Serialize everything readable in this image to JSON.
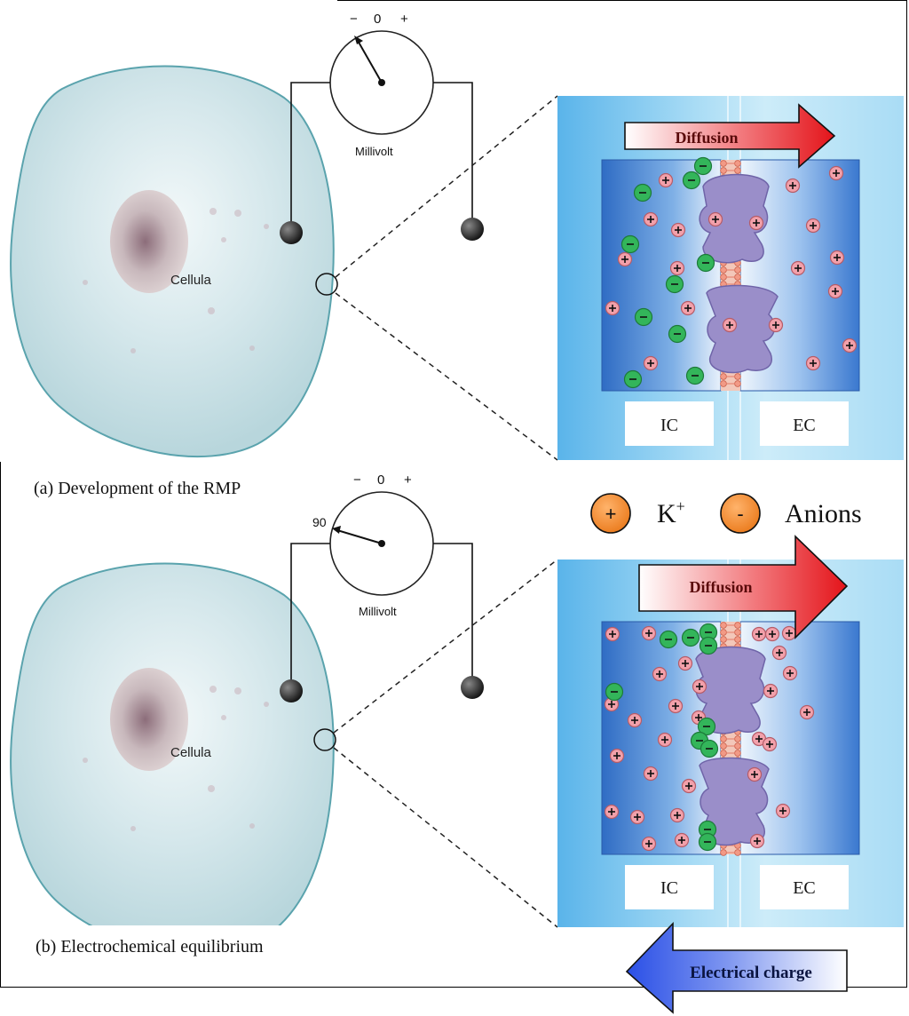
{
  "panel_a": {
    "caption": "(a) Development of the RMP",
    "cell_label": "Cellula",
    "meter": {
      "label": "Millivolt",
      "minus": "−",
      "zero": "0",
      "plus": "+",
      "reading": ""
    },
    "membrane": {
      "diffusion_label": "Diffusion",
      "ic_label": "IC",
      "ec_label": "EC"
    }
  },
  "panel_b": {
    "caption": "(b) Electrochemical equilibrium",
    "cell_label": "Cellula",
    "meter": {
      "label": "Millivolt",
      "minus": "−",
      "zero": "0",
      "plus": "+",
      "reading": "90"
    },
    "membrane": {
      "diffusion_label": "Diffusion",
      "ic_label": "IC",
      "ec_label": "EC",
      "charge_label": "Electrical charge"
    }
  },
  "legend": {
    "cation_symbol": "+",
    "cation_label": "K",
    "cation_superscript": "+",
    "anion_symbol": "-",
    "anion_label": "Anions"
  },
  "colors": {
    "cell_fill": "#c4dde2",
    "cell_stroke": "#5aa3ad",
    "nucleus": "#a08a93",
    "membrane_bg": "#3f7fd0",
    "channel": "#9a8ec9",
    "cation": "#f2a0aa",
    "anion": "#33b55a",
    "legend_orange": "#f08a2e",
    "arrow_red": "#e8141a",
    "arrow_blue": "#2a55e8"
  }
}
